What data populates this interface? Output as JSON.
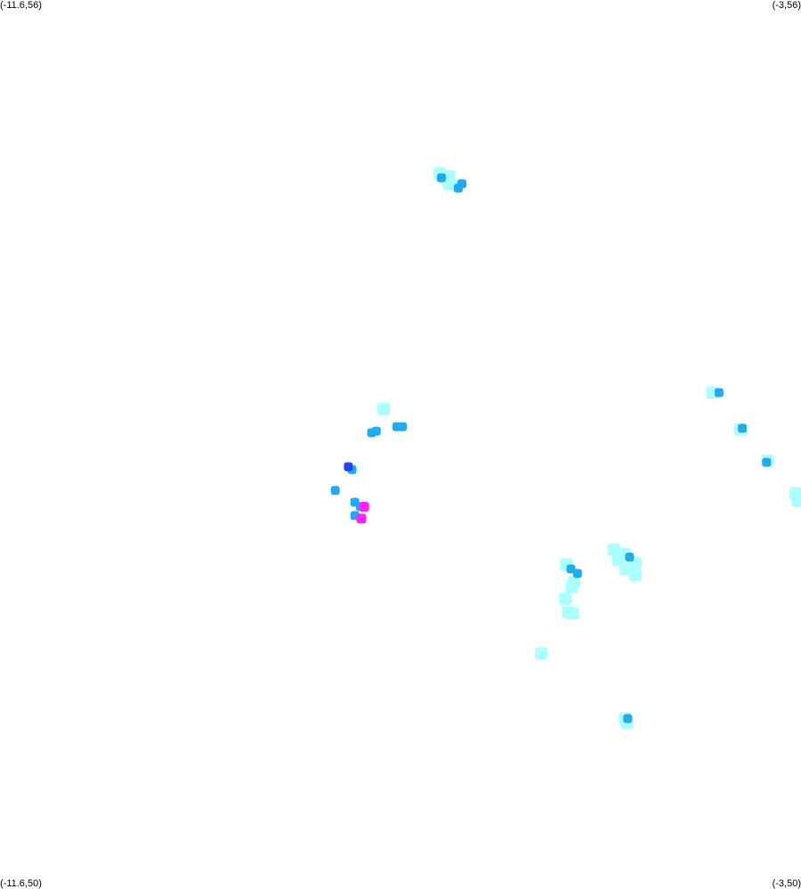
{
  "map": {
    "corner_labels": {
      "top_left": "(-11.6,56)",
      "top_right": "(-3,56)",
      "bottom_left": "(-11.6,50)",
      "bottom_right": "(-3,50)"
    },
    "bounds": {
      "lon_min": -11.6,
      "lon_max": -3,
      "lat_min": 50,
      "lat_max": 56
    },
    "colors": {
      "background": "#ffffff",
      "low": "#aaffff",
      "medium": "#22aaee",
      "high": "#2244ee",
      "peak": "#ff22ff"
    },
    "cells": [
      {
        "lon": -6.88,
        "lat": 54.83,
        "level": "low"
      },
      {
        "lon": -6.85,
        "lat": 54.81,
        "level": "low"
      },
      {
        "lon": -6.78,
        "lat": 54.81,
        "level": "low"
      },
      {
        "lon": -6.86,
        "lat": 54.8,
        "level": "medium"
      },
      {
        "lon": -6.78,
        "lat": 54.76,
        "level": "low"
      },
      {
        "lon": -6.7,
        "lat": 54.75,
        "level": "low"
      },
      {
        "lon": -6.64,
        "lat": 54.76,
        "level": "medium"
      },
      {
        "lon": -6.68,
        "lat": 54.73,
        "level": "medium"
      },
      {
        "lon": -7.48,
        "lat": 53.24,
        "level": "low"
      },
      {
        "lon": -7.34,
        "lat": 53.12,
        "level": "medium"
      },
      {
        "lon": -7.28,
        "lat": 53.12,
        "level": "medium"
      },
      {
        "lon": -7.61,
        "lat": 53.08,
        "level": "medium"
      },
      {
        "lon": -7.56,
        "lat": 53.09,
        "level": "medium"
      },
      {
        "lon": -7.86,
        "lat": 52.85,
        "level": "high"
      },
      {
        "lon": -7.82,
        "lat": 52.83,
        "level": "medium"
      },
      {
        "lon": -8.0,
        "lat": 52.69,
        "level": "medium"
      },
      {
        "lon": -7.79,
        "lat": 52.61,
        "level": "medium"
      },
      {
        "lon": -7.73,
        "lat": 52.58,
        "level": "medium"
      },
      {
        "lon": -7.69,
        "lat": 52.58,
        "level": "peak"
      },
      {
        "lon": -7.79,
        "lat": 52.52,
        "level": "medium"
      },
      {
        "lon": -7.72,
        "lat": 52.5,
        "level": "peak"
      },
      {
        "lon": -3.95,
        "lat": 53.35,
        "level": "low"
      },
      {
        "lon": -3.88,
        "lat": 53.35,
        "level": "medium"
      },
      {
        "lon": -3.65,
        "lat": 53.1,
        "level": "low"
      },
      {
        "lon": -3.63,
        "lat": 53.11,
        "level": "medium"
      },
      {
        "lon": -3.36,
        "lat": 52.89,
        "level": "low"
      },
      {
        "lon": -3.37,
        "lat": 52.88,
        "level": "medium"
      },
      {
        "lon": -3.06,
        "lat": 52.67,
        "level": "low"
      },
      {
        "lon": -3.03,
        "lat": 52.62,
        "level": "low"
      },
      {
        "lon": -5.52,
        "lat": 52.19,
        "level": "low"
      },
      {
        "lon": -5.47,
        "lat": 52.16,
        "level": "medium"
      },
      {
        "lon": -5.4,
        "lat": 52.13,
        "level": "medium"
      },
      {
        "lon": -5.44,
        "lat": 52.07,
        "level": "low"
      },
      {
        "lon": -5.46,
        "lat": 52.04,
        "level": "low"
      },
      {
        "lon": -5.53,
        "lat": 51.96,
        "level": "low"
      },
      {
        "lon": -5.5,
        "lat": 51.87,
        "level": "low"
      },
      {
        "lon": -5.45,
        "lat": 51.86,
        "level": "low"
      },
      {
        "lon": -5.01,
        "lat": 52.29,
        "level": "low"
      },
      {
        "lon": -4.89,
        "lat": 52.26,
        "level": "low"
      },
      {
        "lon": -4.84,
        "lat": 52.24,
        "level": "medium"
      },
      {
        "lon": -4.78,
        "lat": 52.2,
        "level": "low"
      },
      {
        "lon": -4.88,
        "lat": 52.16,
        "level": "low"
      },
      {
        "lon": -4.96,
        "lat": 52.22,
        "level": "low"
      },
      {
        "lon": -4.78,
        "lat": 52.12,
        "level": "low"
      },
      {
        "lon": -5.79,
        "lat": 51.59,
        "level": "low"
      },
      {
        "lon": -4.89,
        "lat": 51.15,
        "level": "low"
      },
      {
        "lon": -4.86,
        "lat": 51.15,
        "level": "medium"
      },
      {
        "lon": -4.87,
        "lat": 51.12,
        "level": "low"
      }
    ]
  }
}
